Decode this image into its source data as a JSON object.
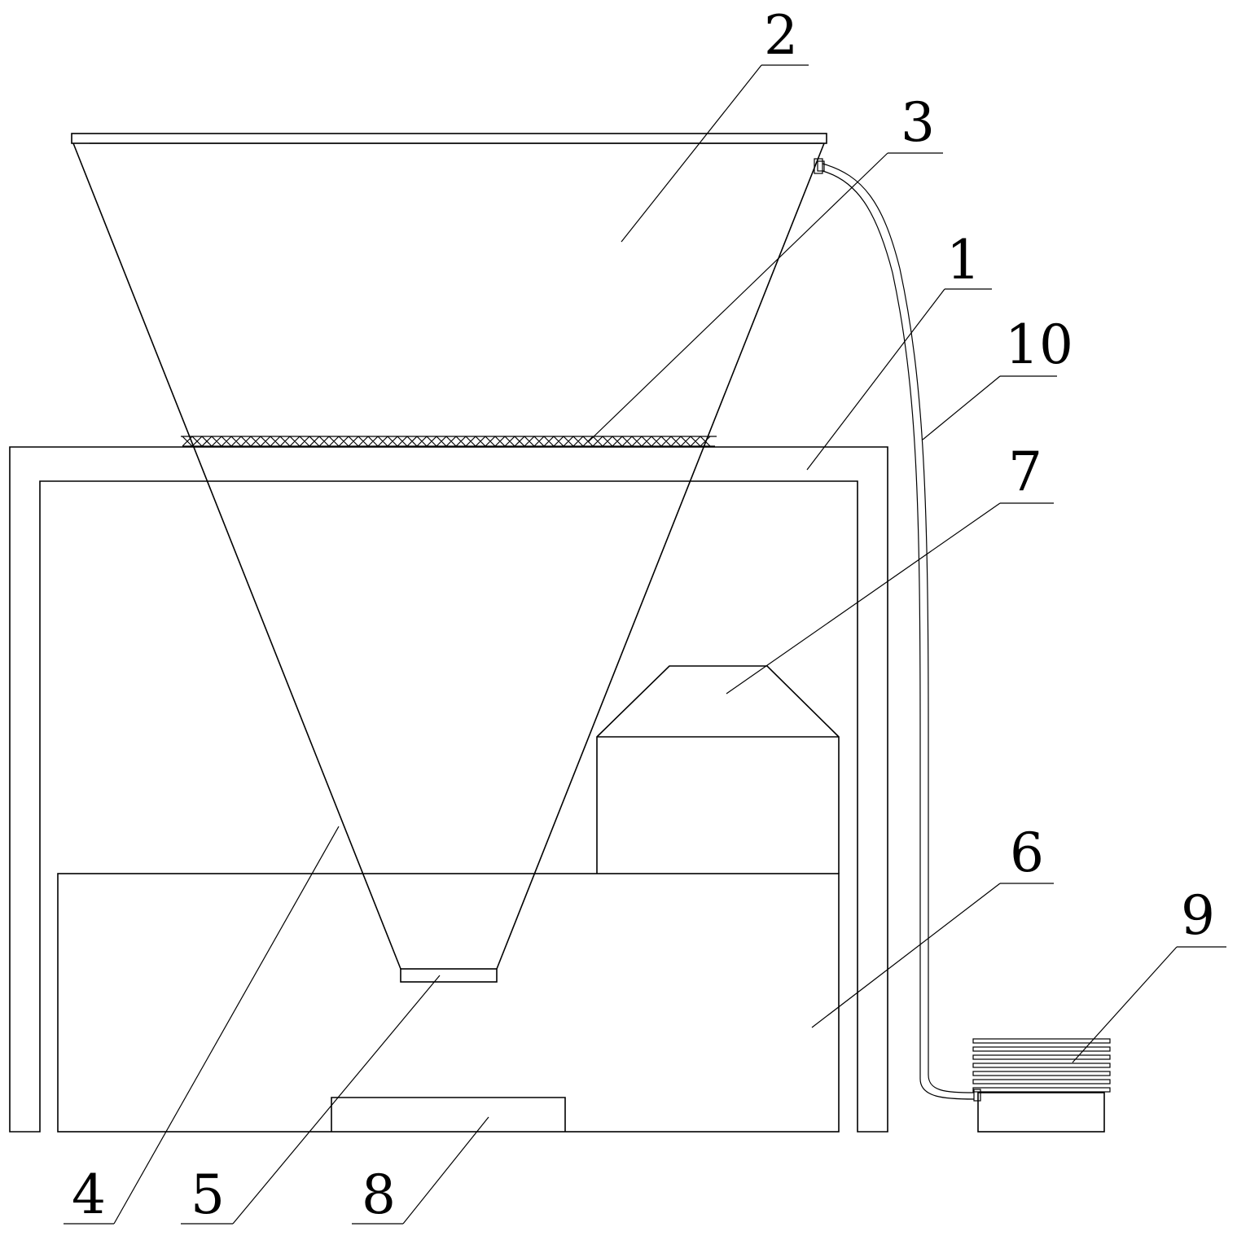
{
  "labels": {
    "frame": "1",
    "hopper": "2",
    "screen": "3",
    "hopper_wall": "4",
    "outlet": "5",
    "bin": "6",
    "motor_housing": "7",
    "base_plate": "8",
    "pump": "9",
    "hose": "10"
  }
}
